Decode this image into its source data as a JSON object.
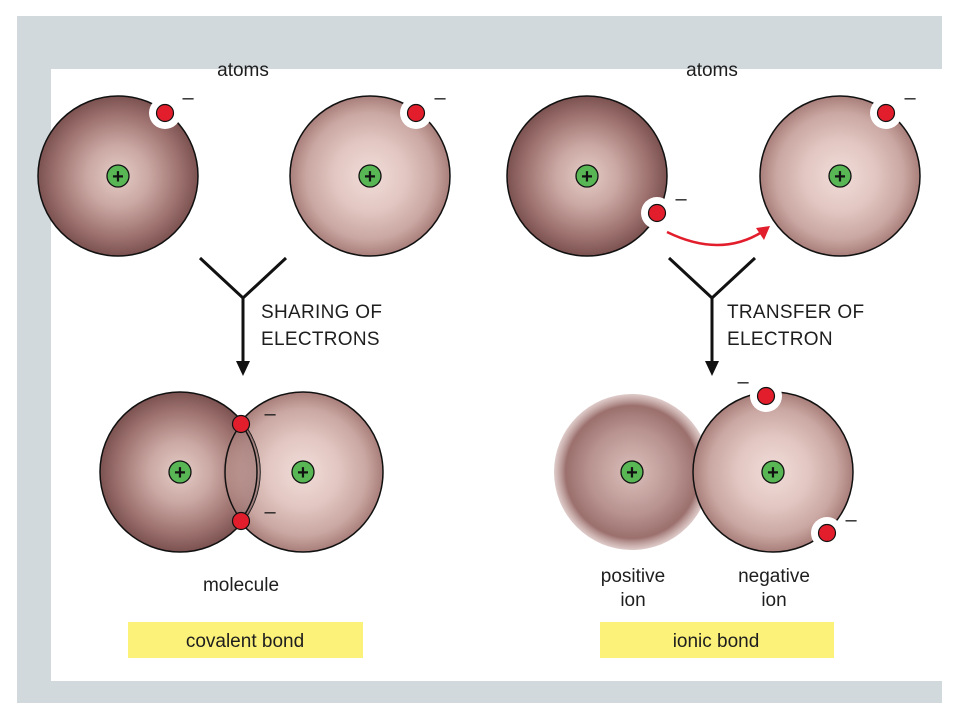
{
  "covalent": {
    "atoms_label": "atoms",
    "process_line1": "SHARING OF",
    "process_line2": "ELECTRONS",
    "result_label": "molecule",
    "bond_label": "covalent bond"
  },
  "ionic": {
    "atoms_label": "atoms",
    "process_line1": "TRANSFER OF",
    "process_line2": "ELECTRON",
    "positive_line1": "positive",
    "positive_line2": "ion",
    "negative_line1": "negative",
    "negative_line2": "ion",
    "bond_label": "ionic bond"
  },
  "symbols": {
    "plus": "+",
    "minus": "–"
  },
  "colors": {
    "frame": "#d2d9dc",
    "atom_inner": "#e9d1cc",
    "atom_outer": "#8a5e5d",
    "nucleus": "#58b655",
    "electron": "#e21e2d",
    "arrow_red": "#e21e2d",
    "bond_box": "#fcf27a"
  }
}
